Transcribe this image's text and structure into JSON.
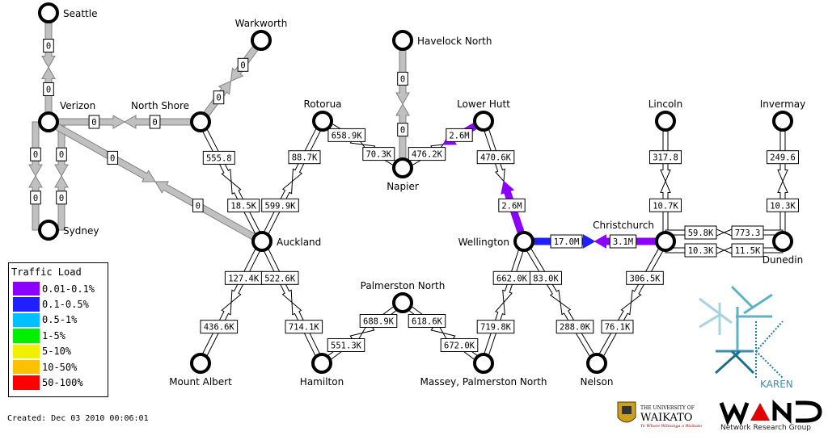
{
  "legend": {
    "title": "Traffic Load",
    "items": [
      {
        "label": "0.01-0.1%",
        "color": "#8c00ff"
      },
      {
        "label": "0.1-0.5%",
        "color": "#2020ff"
      },
      {
        "label": "0.5-1%",
        "color": "#00c0ff"
      },
      {
        "label": "1-5%",
        "color": "#00f000"
      },
      {
        "label": "5-10%",
        "color": "#f0f000"
      },
      {
        "label": "10-50%",
        "color": "#ffc000"
      },
      {
        "label": "50-100%",
        "color": "#ff0000"
      }
    ]
  },
  "created": "Created: Dec 03 2010 00:06:01",
  "nodes": [
    {
      "id": "seattle",
      "label": "Seattle"
    },
    {
      "id": "verizon",
      "label": "Verizon"
    },
    {
      "id": "sydney",
      "label": "Sydney"
    },
    {
      "id": "northshore",
      "label": "North Shore"
    },
    {
      "id": "warkworth",
      "label": "Warkworth"
    },
    {
      "id": "rotorua",
      "label": "Rotorua"
    },
    {
      "id": "auckland",
      "label": "Auckland"
    },
    {
      "id": "havelock",
      "label": "Havelock North"
    },
    {
      "id": "napier",
      "label": "Napier"
    },
    {
      "id": "lowerhutt",
      "label": "Lower Hutt"
    },
    {
      "id": "wellington",
      "label": "Wellington"
    },
    {
      "id": "lincoln",
      "label": "Lincoln"
    },
    {
      "id": "invermay",
      "label": "Invermay"
    },
    {
      "id": "christchurch",
      "label": "Christchurch"
    },
    {
      "id": "dunedin",
      "label": "Dunedin"
    },
    {
      "id": "mountalbert",
      "label": "Mount Albert"
    },
    {
      "id": "hamilton",
      "label": "Hamilton"
    },
    {
      "id": "palmerston",
      "label": "Palmerston North"
    },
    {
      "id": "massey",
      "label": "Massey, Palmerston North"
    },
    {
      "id": "nelson",
      "label": "Nelson"
    }
  ],
  "links": [
    {
      "a": "seattle",
      "b": "verizon",
      "ab": "0",
      "ba": "0",
      "ab_load": "none",
      "ba_load": "none"
    },
    {
      "a": "verizon",
      "b": "sydney",
      "ab": "0",
      "ba": "0",
      "ab_load": "none",
      "ba_load": "none",
      "lane": "left"
    },
    {
      "a": "verizon",
      "b": "sydney",
      "ab": "0",
      "ba": "0",
      "ab_load": "none",
      "ba_load": "none",
      "lane": "right"
    },
    {
      "a": "verizon",
      "b": "northshore",
      "ab": "0",
      "ba": "0",
      "ab_load": "none",
      "ba_load": "none"
    },
    {
      "a": "northshore",
      "b": "warkworth",
      "ab": "0",
      "ba": "0",
      "ab_load": "none",
      "ba_load": "none"
    },
    {
      "a": "verizon",
      "b": "auckland",
      "ab": "0",
      "ba": "0",
      "ab_load": "none",
      "ba_load": "none"
    },
    {
      "a": "northshore",
      "b": "auckland",
      "ab": "555.8",
      "ba": "18.5K",
      "ab_load": "low",
      "ba_load": "low"
    },
    {
      "a": "rotorua",
      "b": "auckland",
      "ab": "88.7K",
      "ba": "599.9K",
      "ab_load": "low",
      "ba_load": "low"
    },
    {
      "a": "rotorua",
      "b": "napier",
      "ab": "658.9K",
      "ba": "70.3K",
      "ab_load": "low",
      "ba_load": "low"
    },
    {
      "a": "havelock",
      "b": "napier",
      "ab": "0",
      "ba": "0",
      "ab_load": "none",
      "ba_load": "none"
    },
    {
      "a": "lowerhutt",
      "b": "napier",
      "ab": "2.6M",
      "ba": "476.2K",
      "ab_load": "0.01-0.1%",
      "ba_load": "low"
    },
    {
      "a": "lowerhutt",
      "b": "wellington",
      "ab": "470.6K",
      "ba": "2.6M",
      "ab_load": "low",
      "ba_load": "0.01-0.1%"
    },
    {
      "a": "wellington",
      "b": "christchurch",
      "ab": "17.0M",
      "ba": "3.1M",
      "ab_load": "0.1-0.5%",
      "ba_load": "0.01-0.1%"
    },
    {
      "a": "lincoln",
      "b": "christchurch",
      "ab": "317.8",
      "ba": "10.7K",
      "ab_load": "low",
      "ba_load": "low"
    },
    {
      "a": "invermay",
      "b": "dunedin",
      "ab": "249.6",
      "ba": "10.3K",
      "ab_load": "low",
      "ba_load": "low"
    },
    {
      "a": "christchurch",
      "b": "dunedin",
      "ab": "59.8K",
      "ba": "773.3",
      "ab_load": "low",
      "ba_load": "low",
      "lane": "upper"
    },
    {
      "a": "christchurch",
      "b": "dunedin",
      "ab": "10.3K",
      "ba": "11.5K",
      "ab_load": "low",
      "ba_load": "low",
      "lane": "lower"
    },
    {
      "a": "auckland",
      "b": "mountalbert",
      "ab": "127.4K",
      "ba": "436.6K",
      "ab_load": "low",
      "ba_load": "low"
    },
    {
      "a": "auckland",
      "b": "hamilton",
      "ab": "522.6K",
      "ba": "714.1K",
      "ab_load": "low",
      "ba_load": "low"
    },
    {
      "a": "hamilton",
      "b": "palmerston",
      "ab": "551.3K",
      "ba": "688.9K",
      "ab_load": "low",
      "ba_load": "low"
    },
    {
      "a": "palmerston",
      "b": "massey",
      "ab": "618.6K",
      "ba": "672.0K",
      "ab_load": "low",
      "ba_load": "low"
    },
    {
      "a": "wellington",
      "b": "massey",
      "ab": "662.0K",
      "ba": "719.8K",
      "ab_load": "low",
      "ba_load": "low"
    },
    {
      "a": "wellington",
      "b": "nelson",
      "ab": "83.0K",
      "ba": "288.0K",
      "ab_load": "low",
      "ba_load": "low"
    },
    {
      "a": "christchurch",
      "b": "nelson",
      "ab": "306.5K",
      "ba": "76.1K",
      "ab_load": "low",
      "ba_load": "low"
    }
  ],
  "logos": {
    "karen": "KAREN",
    "waikato_line1": "THE UNIVERSITY OF",
    "waikato_line2": "WAIKATO",
    "waikato_line3": "Te Whare Wānanga o Waikato",
    "wand": "WAND",
    "wand_sub": "Network Research Group"
  }
}
